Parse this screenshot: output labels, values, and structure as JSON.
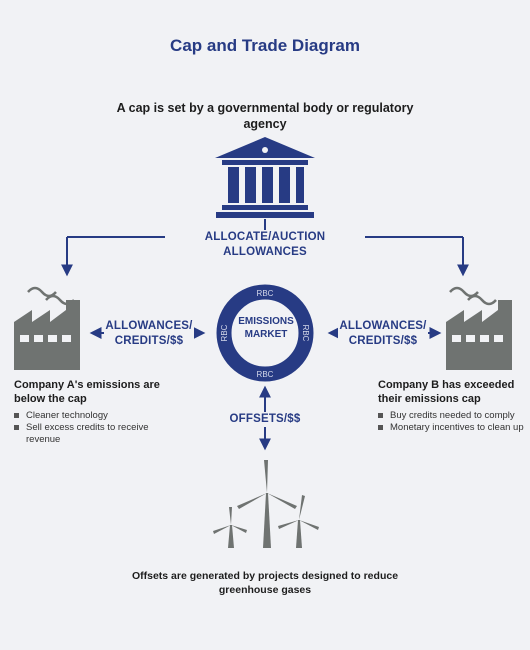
{
  "title": "Cap and Trade Diagram",
  "subtitle": "A cap is set by a governmental body or regulatory agency",
  "allocate_label": "ALLOCATE/AUCTION ALLOWANCES",
  "left_exchange_label": "ALLOWANCES/ CREDITS/$$",
  "right_exchange_label": "ALLOWANCES/ CREDITS/$$",
  "offsets_label": "OFFSETS/$$",
  "market": {
    "label": "EMISSIONS MARKET",
    "ring_labels": [
      "RBC",
      "RBC",
      "RBC",
      "RBC"
    ]
  },
  "company_a": {
    "title": "Company A's emissions are below the cap",
    "bullets": [
      "Cleaner technology",
      "Sell excess credits to receive revenue"
    ]
  },
  "company_b": {
    "title": "Company B has exceeded their emissions cap",
    "bullets": [
      "Buy credits needed to comply",
      "Monetary incentives to clean up"
    ]
  },
  "footer": "Offsets are generated by projects designed to reduce greenhouse gases",
  "colors": {
    "brand_blue": "#273b84",
    "icon_gray": "#6f7371",
    "background": "#f1f2f5"
  },
  "icons": [
    "government-building-icon",
    "factory-icon",
    "wind-turbine-icon"
  ]
}
